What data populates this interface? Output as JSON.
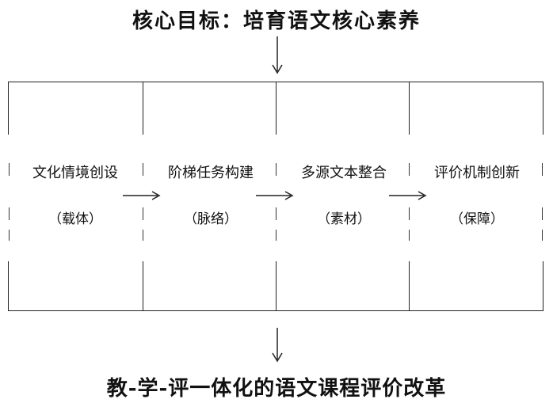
{
  "title_top": "核心目标：培育语文核心素养",
  "title_bottom": "教-学-评一体化的语文课程评价改革",
  "pillars": [
    {
      "label": "文化情境创设",
      "role": "（载体）"
    },
    {
      "label": "阶梯任务构建",
      "role": "（脉络）"
    },
    {
      "label": "多源文本整合",
      "role": "（素材）"
    },
    {
      "label": "评价机制创新",
      "role": "（保障）"
    }
  ]
}
